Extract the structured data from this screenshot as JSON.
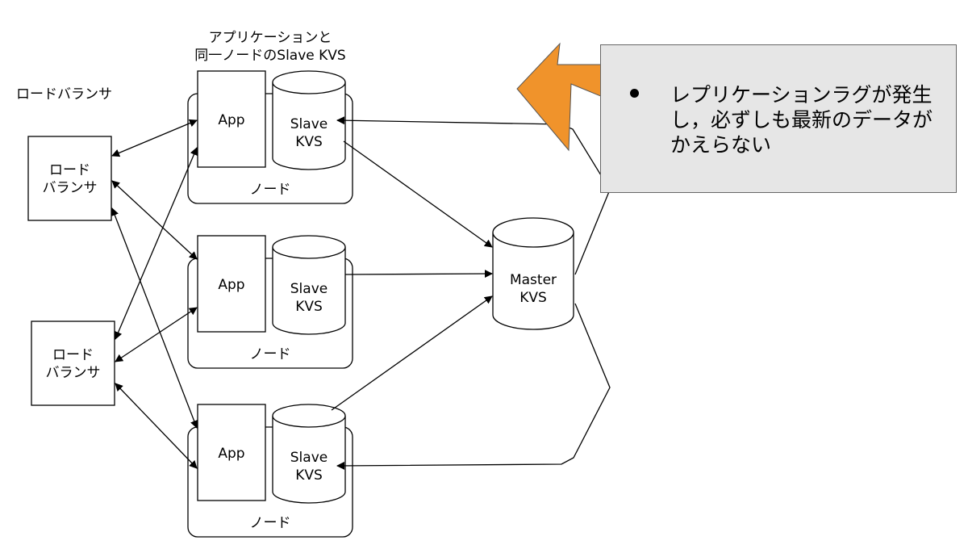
{
  "top_label": [
    "アプリケーションと",
    "同一ノードのSlave KVS"
  ],
  "lb_caption": "ロードバランサ",
  "load_balancers": [
    {
      "lines": [
        "ロード",
        "バランサ"
      ]
    },
    {
      "lines": [
        "ロード",
        "バランサ"
      ]
    }
  ],
  "nodes": [
    {
      "app": "App",
      "kvs": [
        "Slave",
        "KVS"
      ],
      "node_label": "ノード"
    },
    {
      "app": "App",
      "kvs": [
        "Slave",
        "KVS"
      ],
      "node_label": "ノード"
    },
    {
      "app": "App",
      "kvs": [
        "Slave",
        "KVS"
      ],
      "node_label": "ノード"
    }
  ],
  "master": [
    "Master",
    "KVS"
  ],
  "callout": {
    "text": "レプリケーションラグが発生し，必ずしも最新のデータがかえらない",
    "arrow_color": "#f0932b",
    "background": "#e6e6e6"
  }
}
